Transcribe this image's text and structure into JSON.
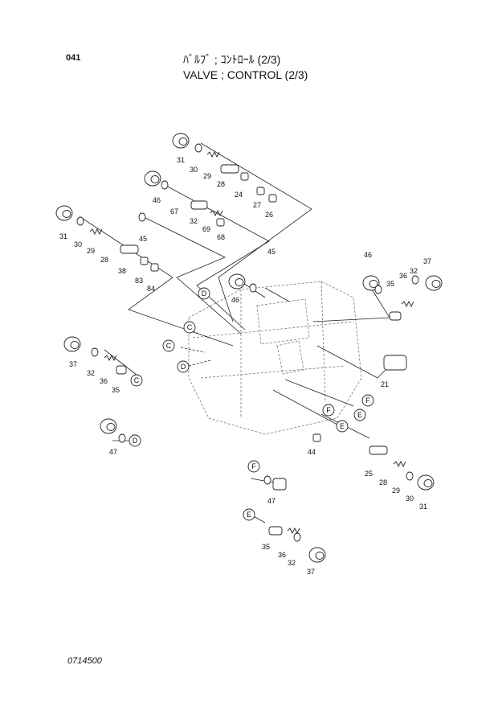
{
  "header": {
    "page_number": "041",
    "title_jp": "ﾊﾞﾙﾌﾞ ; ｺﾝﾄﾛｰﾙ (2/3)",
    "title_en": "VALVE ; CONTROL (2/3)"
  },
  "footer": {
    "drawing_number": "0714500"
  },
  "part_labels": [
    "31",
    "30",
    "29",
    "28",
    "24",
    "27",
    "26",
    "46",
    "67",
    "32",
    "69",
    "68",
    "45",
    "31",
    "30",
    "29",
    "28",
    "38",
    "83",
    "84",
    "45",
    "46",
    "46",
    "35",
    "36",
    "32",
    "37",
    "21",
    "37",
    "32",
    "36",
    "35",
    "47",
    "44",
    "25",
    "28",
    "29",
    "30",
    "31",
    "47",
    "35",
    "36",
    "32",
    "37"
  ],
  "connector_labels": [
    "D",
    "C",
    "C",
    "D",
    "C",
    "D",
    "F",
    "E",
    "F",
    "E",
    "F",
    "E"
  ]
}
